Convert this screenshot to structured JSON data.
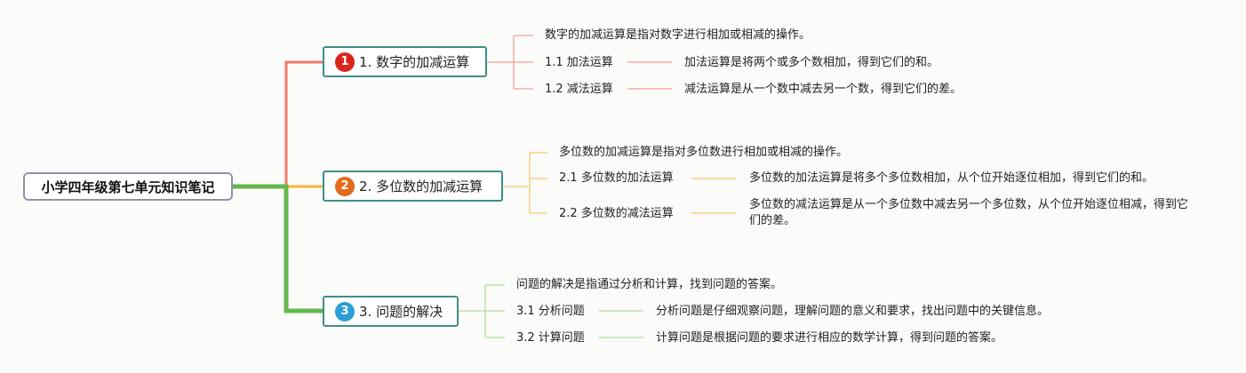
{
  "root": {
    "title": "小学四年级第七单元知识笔记"
  },
  "branches": [
    {
      "number": "1",
      "title": "1. 数字的加减运算",
      "badge_color": "#d9251d",
      "line_color": "#f08a7d",
      "summary": "数字的加减运算是指对数字进行相加或相减的操作。",
      "items": [
        {
          "label": "1.1 加法运算",
          "detail": "加法运算是将两个或多个数相加，得到它们的和。"
        },
        {
          "label": "1.2 减法运算",
          "detail": "减法运算是从一个数中减去另一个数，得到它们的差。"
        }
      ]
    },
    {
      "number": "2",
      "title": "2. 多位数的加减运算",
      "badge_color": "#e36b1d",
      "line_color": "#f5c064",
      "summary": "多位数的加减运算是指对多位数进行相加或相减的操作。",
      "items": [
        {
          "label": "2.1 多位数的加法运算",
          "detail": "多位数的加法运算是将多个多位数相加，从个位开始逐位相加，得到它们的和。"
        },
        {
          "label": "2.2 多位数的减法运算",
          "detail": "多位数的减法运算是从一个多位数中减去另一个多位数，从个位开始逐位相减，得到它们的差。"
        }
      ]
    },
    {
      "number": "3",
      "title": "3. 问题的解决",
      "badge_color": "#2d9ed8",
      "line_color": "#a8d58c",
      "summary": "问题的解决是指通过分析和计算，找到问题的答案。",
      "items": [
        {
          "label": "3.1 分析问题",
          "detail": "分析问题是仔细观察问题，理解问题的意义和要求，找出问题中的关键信息。"
        },
        {
          "label": "3.2 计算问题",
          "detail": "计算问题是根据问题的要求进行相应的数学计算，得到问题的答案。"
        }
      ]
    }
  ]
}
